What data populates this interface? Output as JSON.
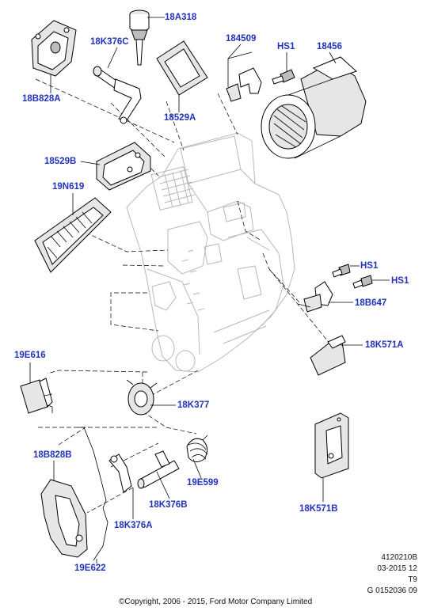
{
  "labels": {
    "l_18A318": "18A318",
    "l_18K376C": "18K376C",
    "l_18B828A": "18B828A",
    "l_18529A": "18529A",
    "l_184509": "184509",
    "l_HS1_top": "HS1",
    "l_18456": "18456",
    "l_18529B": "18529B",
    "l_19N619": "19N619",
    "l_HS1_mid1": "HS1",
    "l_HS1_mid2": "HS1",
    "l_18B647": "18B647",
    "l_18K571A": "18K571A",
    "l_19E616": "19E616",
    "l_18K377": "18K377",
    "l_18B828B": "18B828B",
    "l_19E599": "19E599",
    "l_18K376B": "18K376B",
    "l_18K376A": "18K376A",
    "l_18K571B": "18K571B",
    "l_19E622": "19E622"
  },
  "meta": {
    "ref_code": "4120210B",
    "date": "03-2015 12",
    "tag": "T9",
    "catalog": "G 0152036 09",
    "copyright": "©Copyright, 2006 - 2015, Ford Motor Company Limited"
  }
}
